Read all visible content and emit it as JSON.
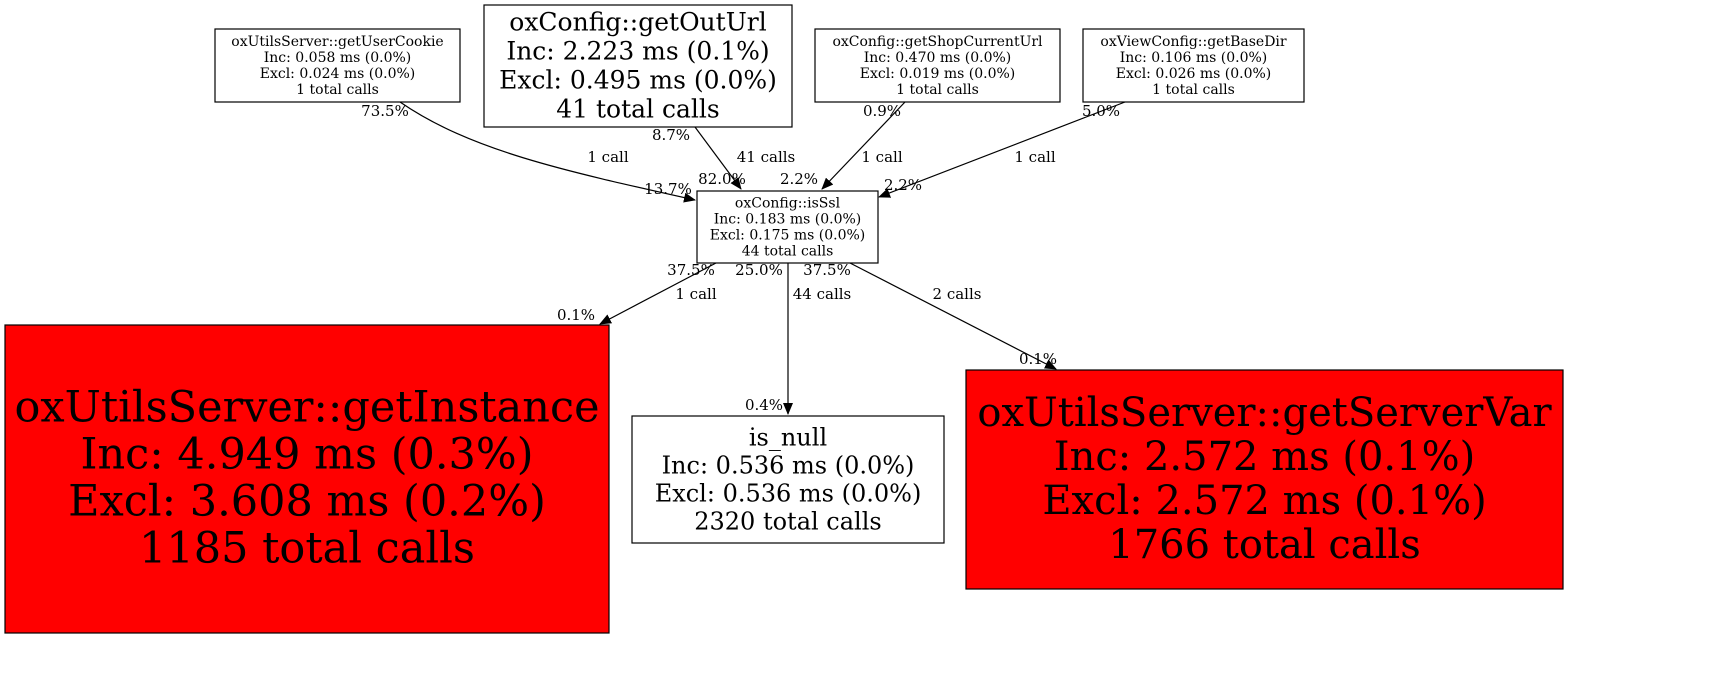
{
  "colors": {
    "hot": "#ff0000",
    "normal": "#ffffff",
    "stroke": "#000000"
  },
  "nodes": {
    "getUserCookie": {
      "lines": [
        "oxUtilsServer::getUserCookie",
        "Inc: 0.058 ms (0.0%)",
        "Excl: 0.024 ms (0.0%)",
        "1 total calls"
      ],
      "fill": "#ffffff"
    },
    "getOutUrl": {
      "lines": [
        "oxConfig::getOutUrl",
        "Inc: 2.223 ms (0.1%)",
        "Excl: 0.495 ms (0.0%)",
        "41 total calls"
      ],
      "fill": "#ffffff"
    },
    "getShopCurrentUrl": {
      "lines": [
        "oxConfig::getShopCurrentUrl",
        "Inc: 0.470 ms (0.0%)",
        "Excl: 0.019 ms (0.0%)",
        "1 total calls"
      ],
      "fill": "#ffffff"
    },
    "getBaseDir": {
      "lines": [
        "oxViewConfig::getBaseDir",
        "Inc: 0.106 ms (0.0%)",
        "Excl: 0.026 ms (0.0%)",
        "1 total calls"
      ],
      "fill": "#ffffff"
    },
    "isSsl": {
      "lines": [
        "oxConfig::isSsl",
        "Inc: 0.183 ms (0.0%)",
        "Excl: 0.175 ms (0.0%)",
        "44 total calls"
      ],
      "fill": "#ffffff"
    },
    "getInstance": {
      "lines": [
        "oxUtilsServer::getInstance",
        "Inc: 4.949 ms (0.3%)",
        "Excl: 3.608 ms (0.2%)",
        "1185 total calls"
      ],
      "fill": "#ff0000"
    },
    "is_null": {
      "lines": [
        "is_null",
        "Inc: 0.536 ms (0.0%)",
        "Excl: 0.536 ms (0.0%)",
        "2320 total calls"
      ],
      "fill": "#ffffff"
    },
    "getServerVar": {
      "lines": [
        "oxUtilsServer::getServerVar",
        "Inc: 2.572 ms (0.1%)",
        "Excl: 2.572 ms (0.1%)",
        "1766 total calls"
      ],
      "fill": "#ff0000"
    }
  },
  "edges": [
    {
      "from": "getUserCookie",
      "to": "isSsl",
      "tail": "73.5%",
      "label": "1 call",
      "head": "13.7%"
    },
    {
      "from": "getOutUrl",
      "to": "isSsl",
      "tail": "8.7%",
      "label": "41 calls",
      "head": "82.0%"
    },
    {
      "from": "getShopCurrentUrl",
      "to": "isSsl",
      "tail": "0.9%",
      "label": "1 call",
      "head": "2.2%"
    },
    {
      "from": "getBaseDir",
      "to": "isSsl",
      "tail": "5.0%",
      "label": "1 call",
      "head": "2.2%"
    },
    {
      "from": "isSsl",
      "to": "getInstance",
      "tail": "37.5%",
      "label": "1 call",
      "head": "0.1%"
    },
    {
      "from": "isSsl",
      "to": "is_null",
      "tail": "25.0%",
      "label": "44 calls",
      "head": "0.4%"
    },
    {
      "from": "isSsl",
      "to": "getServerVar",
      "tail": "37.5%",
      "label": "2 calls",
      "head": "0.1%"
    }
  ]
}
